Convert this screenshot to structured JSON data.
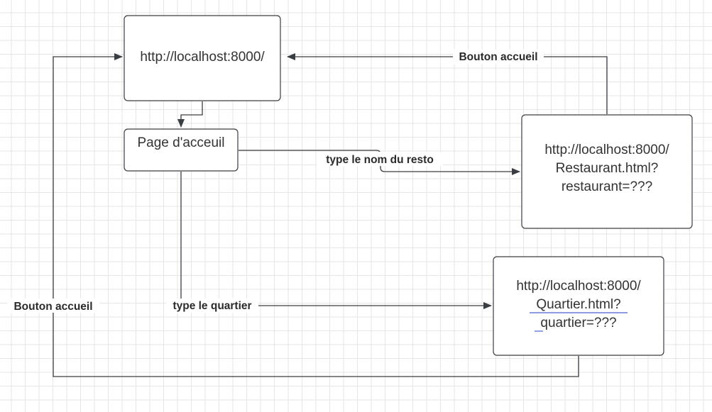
{
  "diagram": {
    "nodes": {
      "home_url": {
        "lines": [
          "http://localhost:8000/"
        ]
      },
      "home_page": {
        "lines": [
          "Page d'acceuil"
        ]
      },
      "restaurant_url": {
        "lines": [
          "http://localhost:8000/",
          "Restaurant.html?",
          "restaurant=???"
        ]
      },
      "quartier_url": {
        "lines": [
          "http://localhost:8000/",
          "Quartier.html?",
          "quartier=???"
        ]
      }
    },
    "edges": {
      "restaurant_to_home": {
        "label": "Bouton accueil"
      },
      "home_to_page": {
        "label": ""
      },
      "page_to_restaurant": {
        "label": "type le nom du resto"
      },
      "page_to_quartier": {
        "label": "type le quartier"
      },
      "quartier_to_home": {
        "label": "Bouton accueil"
      }
    },
    "colors": {
      "line": "#3a3d42",
      "text": "#333333",
      "grid": "#e6e6e6",
      "spellcheck_underline": "#4a5fd0"
    }
  }
}
